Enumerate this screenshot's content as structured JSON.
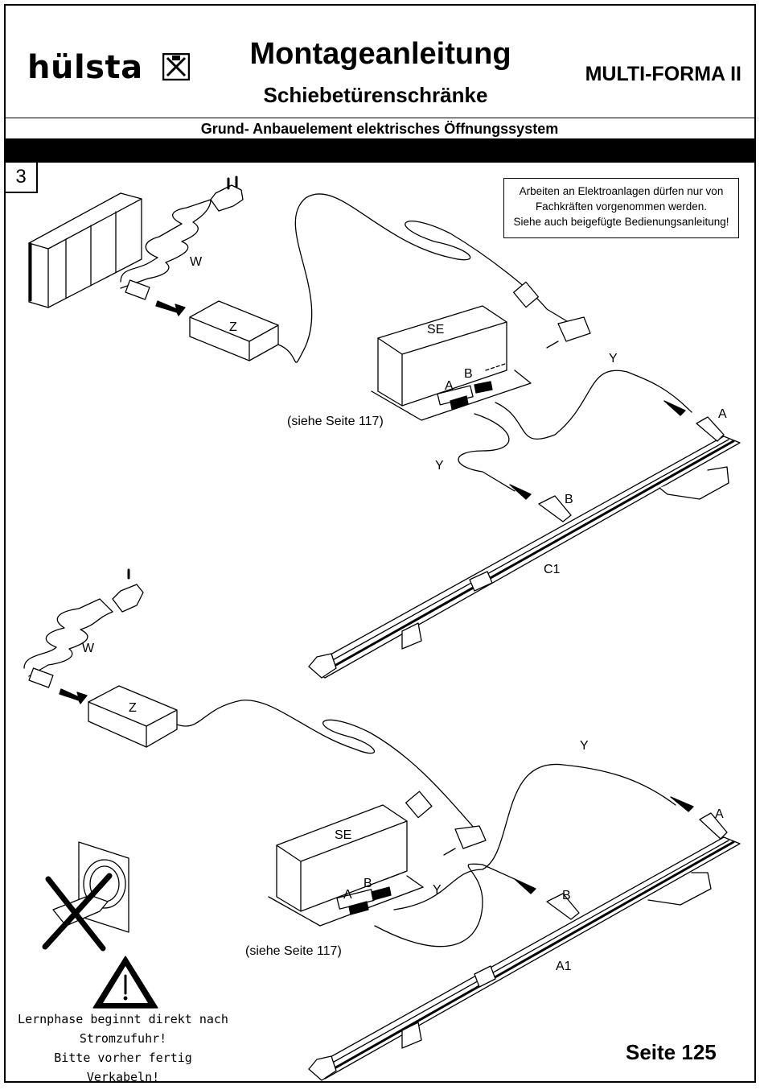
{
  "header": {
    "brand": "hülsta",
    "title": "Montageanleitung",
    "subtitle": "Schiebetürenschränke",
    "model": "MULTI-FORMA II",
    "section": "Grund- Anbauelement elektrisches Öffnungssystem"
  },
  "step": "3",
  "warning": {
    "line1": "Arbeiten an Elektroanlagen dürfen nur von",
    "line2": "Fachkräften vorgenommen werden.",
    "line3": "Siehe auch beigefügte Bedienungsanleitung!"
  },
  "top_diagram": {
    "cable_w": "W",
    "power_supply": "Z",
    "control_unit": "SE",
    "port_a": "A",
    "port_b": "B",
    "cable_y1": "Y",
    "cable_y2": "Y",
    "motor_a": "A",
    "motor_b": "B",
    "rail": "C1",
    "reference": "(siehe Seite 117)"
  },
  "bottom_diagram": {
    "cable_w": "W",
    "power_supply": "Z",
    "control_unit": "SE",
    "port_a": "A",
    "port_b": "B",
    "cable_y1": "Y",
    "cable_y2": "Y",
    "motor_a": "A",
    "motor_b": "B",
    "rail": "A1",
    "reference": "(siehe Seite 117)"
  },
  "notice": {
    "line1": "Lernphase beginnt direkt nach",
    "line2": "Stromzufuhr!",
    "line3": "Bitte vorher fertig Verkabeln!"
  },
  "footer": {
    "page": "Seite 125"
  }
}
